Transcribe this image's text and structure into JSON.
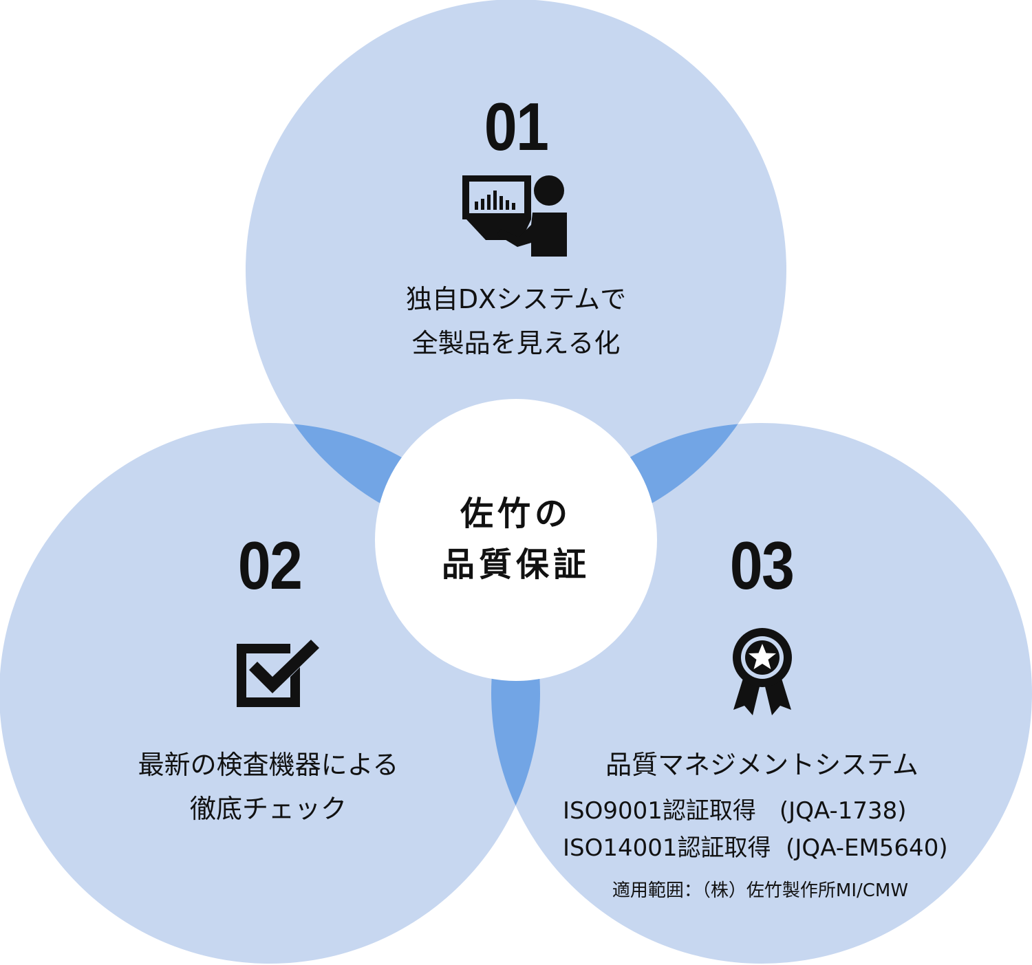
{
  "colors": {
    "circle_fill": "#c7d7f0",
    "overlap_fill": "#72a5e5",
    "center_fill": "#ffffff",
    "text": "#111111"
  },
  "center": {
    "line1": "佐竹の",
    "line2": "品質保証"
  },
  "items": [
    {
      "number": "01",
      "icon": "presentation-chart-icon",
      "line1": "独自DXシステムで",
      "line2": "全製品を見える化"
    },
    {
      "number": "02",
      "icon": "checkbox-checked-icon",
      "line1": "最新の検査機器による",
      "line2": "徹底チェック"
    },
    {
      "number": "03",
      "icon": "award-medal-icon",
      "title": "品質マネジメントシステム",
      "iso1": "ISO9001認証取得　(JQA-1738)",
      "iso2": "ISO14001認証取得  (JQA-EM5640)",
      "scope": "適用範囲：（株）佐竹製作所MI/CMW"
    }
  ]
}
